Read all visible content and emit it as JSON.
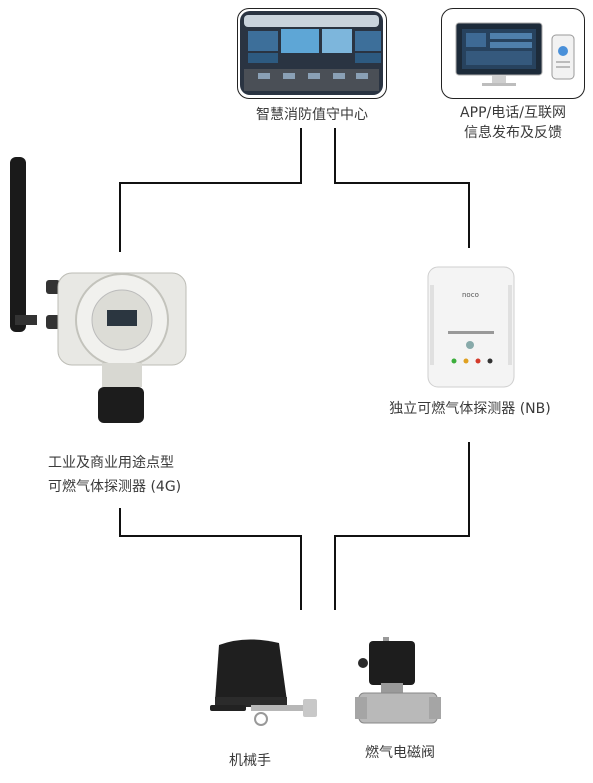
{
  "nodes": {
    "control_center": {
      "label": "智慧消防值守中心"
    },
    "app": {
      "label_line1": "APP/电话/互联网",
      "label_line2": "信息发布及反馈"
    },
    "industrial_detector": {
      "label_line1": "工业及商业用途点型",
      "label_line2": "可燃气体探测器 (4G)"
    },
    "standalone_detector": {
      "label": "独立可燃气体探测器 (NB)",
      "brand": "noco"
    },
    "manipulator": {
      "label": "机械手"
    },
    "solenoid_valve": {
      "label": "燃气电磁阀"
    }
  },
  "colors": {
    "line": "#111111",
    "device_white": "#e8e8e4",
    "screen_dark": "#1d2b3a"
  }
}
